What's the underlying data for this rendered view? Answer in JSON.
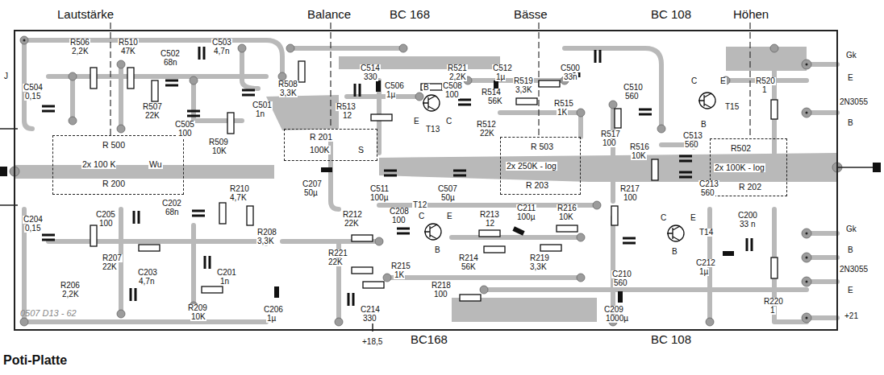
{
  "diagram": {
    "caption": "Poti-Platte",
    "nodes": [
      {
        "text": [
          "R 500",
          "2x 100 K",
          "Wu",
          "R 200"
        ]
      },
      {
        "text": [
          "R 201",
          "100K",
          "S"
        ]
      },
      {
        "text": [
          "R 503",
          "2x 250K - log",
          "R 203"
        ]
      },
      {
        "text": [
          "R502",
          "2x 100K - log",
          "R 202"
        ]
      }
    ],
    "labels": [
      "Lautstärke",
      "Balance",
      "BC 168",
      "Bässe",
      "BC 108",
      "Höhen",
      "R506",
      "2,2K",
      "R510",
      "47K",
      "C502",
      "68n",
      "C503",
      "4,7n",
      "C504",
      "0,15",
      "R507",
      "22K",
      "C505",
      "100",
      "C501",
      "1n",
      "R509",
      "10K",
      "R508",
      "3,3K",
      "C514",
      "330",
      "R521",
      "2,2K",
      "C512",
      "1µ",
      "C500",
      "33n",
      "C506",
      "1µ",
      "C508",
      "100",
      "R519",
      "3,3K",
      "R514",
      "56K",
      "R513",
      "12",
      "R515",
      "1K",
      "R512",
      "22K",
      "C511",
      "100µ",
      "C507",
      "50µ",
      "C510",
      "560",
      "R517",
      "100",
      "C513",
      "560",
      "R516",
      "10K",
      "R520",
      "1",
      "Gk",
      "E",
      "2N3055",
      "B",
      "R217",
      "100",
      "C213",
      "560",
      "C204",
      "0,15",
      "C205",
      "100",
      "C202",
      "68n",
      "R210",
      "4,7K",
      "R208",
      "3,3K",
      "R206",
      "2,2K",
      "R207",
      "22K",
      "C203",
      "4,7n",
      "C201",
      "1n",
      "R209",
      "10K",
      "C207",
      "50µ",
      "R212",
      "22K",
      "C208",
      "100",
      "R213",
      "12",
      "C211",
      "100µ",
      "R216",
      "10K",
      "R221",
      "22K",
      "R214",
      "56K",
      "R219",
      "3,3K",
      "R215",
      "1K",
      "C206",
      "1µ",
      "C214",
      "330",
      "R218",
      "100",
      "C210",
      "560",
      "C212",
      "1µ",
      "C200",
      "33 n",
      "R220",
      "1",
      "Gk",
      "B",
      "2N3055",
      "E",
      "+21",
      "C209",
      "1000µ",
      "+18,5",
      "BC168",
      "BC 108",
      "0507 D13 - 62",
      "J",
      "B",
      "E",
      "C",
      "T13",
      "C",
      "E",
      "B",
      "T15",
      "T12",
      "C",
      "E",
      "B",
      "T14",
      "C",
      "E",
      "B"
    ]
  }
}
